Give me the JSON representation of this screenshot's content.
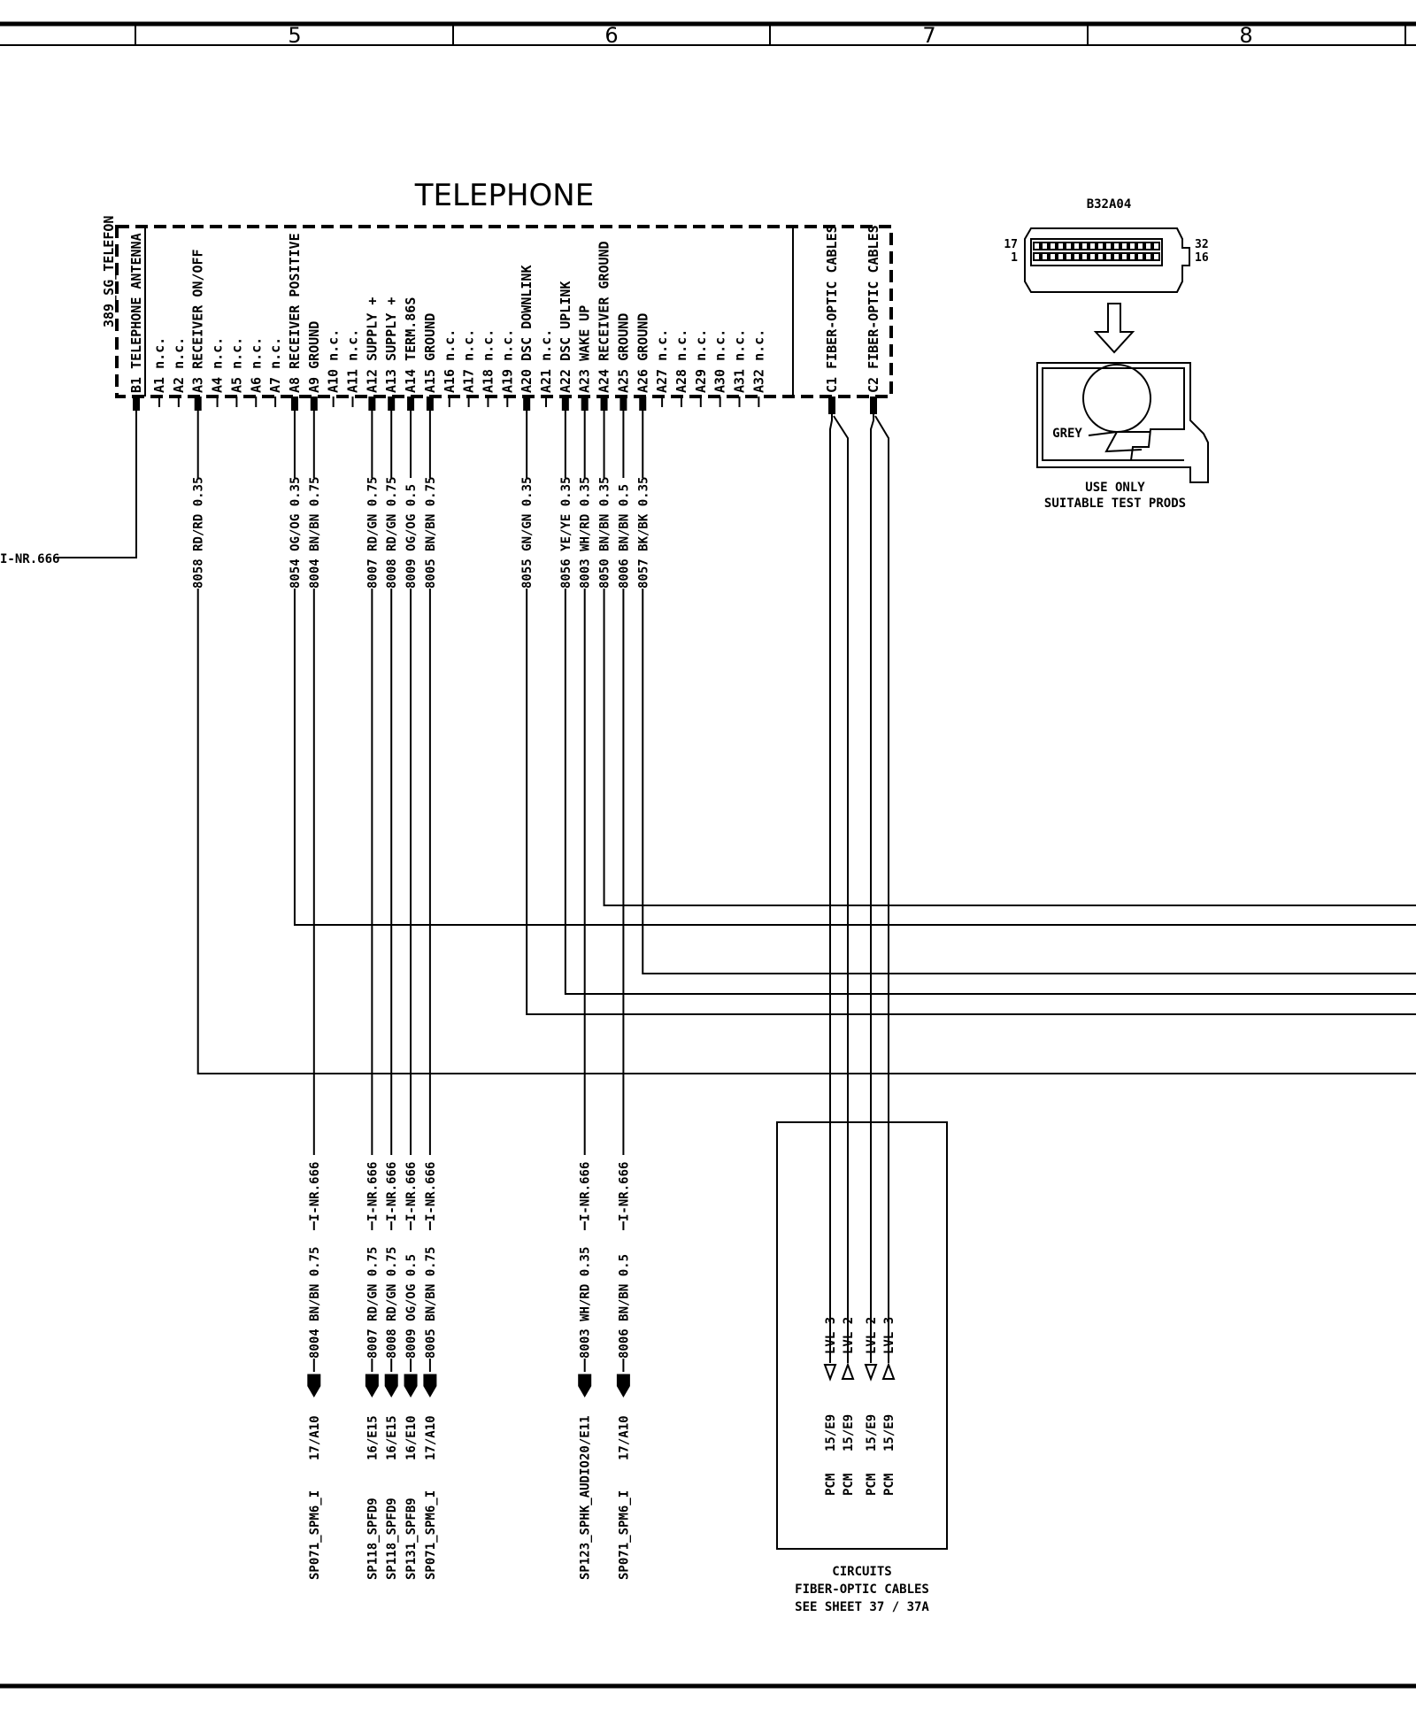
{
  "header": {
    "columns": [
      "5",
      "6",
      "7",
      "8"
    ]
  },
  "module": {
    "title": "TELEPHONE",
    "id": "389_SG_TELEFON",
    "pins": [
      {
        "pin": "B1",
        "name": "TELEPHONE ANTENNA"
      },
      {
        "pin": "A1",
        "name": "n.c."
      },
      {
        "pin": "A2",
        "name": "n.c."
      },
      {
        "pin": "A3",
        "name": "RECEIVER ON/OFF"
      },
      {
        "pin": "A4",
        "name": "n.c."
      },
      {
        "pin": "A5",
        "name": "n.c."
      },
      {
        "pin": "A6",
        "name": "n.c."
      },
      {
        "pin": "A7",
        "name": "n.c."
      },
      {
        "pin": "A8",
        "name": "RECEIVER POSITIVE"
      },
      {
        "pin": "A9",
        "name": "GROUND"
      },
      {
        "pin": "A10",
        "name": "n.c."
      },
      {
        "pin": "A11",
        "name": "n.c."
      },
      {
        "pin": "A12",
        "name": "SUPPLY +"
      },
      {
        "pin": "A13",
        "name": "SUPPLY +"
      },
      {
        "pin": "A14",
        "name": "TERM.86S"
      },
      {
        "pin": "A15",
        "name": "GROUND"
      },
      {
        "pin": "A16",
        "name": "n.c."
      },
      {
        "pin": "A17",
        "name": "n.c."
      },
      {
        "pin": "A18",
        "name": "n.c."
      },
      {
        "pin": "A19",
        "name": "n.c."
      },
      {
        "pin": "A20",
        "name": "DSC DOWNLINK"
      },
      {
        "pin": "A21",
        "name": "n.c."
      },
      {
        "pin": "A22",
        "name": "DSC UPLINK"
      },
      {
        "pin": "A23",
        "name": "WAKE UP"
      },
      {
        "pin": "A24",
        "name": "RECEIVER GROUND"
      },
      {
        "pin": "A25",
        "name": "GROUND"
      },
      {
        "pin": "A26",
        "name": "GROUND"
      },
      {
        "pin": "A27",
        "name": "n.c."
      },
      {
        "pin": "A28",
        "name": "n.c."
      },
      {
        "pin": "A29",
        "name": "n.c."
      },
      {
        "pin": "A30",
        "name": "n.c."
      },
      {
        "pin": "A31",
        "name": "n.c."
      },
      {
        "pin": "A32",
        "name": "n.c."
      }
    ],
    "fiber_pins": [
      {
        "pin": "C1",
        "name": "FIBER-OPTIC CABLES"
      },
      {
        "pin": "C2",
        "name": "FIBER-OPTIC CABLES"
      }
    ]
  },
  "wires_top": [
    {
      "pin": "A3",
      "label": "8058 RD/RD 0.35"
    },
    {
      "pin": "A8",
      "label": "8054 OG/OG 0.35"
    },
    {
      "pin": "A9",
      "label": "8004 BN/BN 0.75"
    },
    {
      "pin": "A12",
      "label": "8007 RD/GN 0.75"
    },
    {
      "pin": "A13",
      "label": "8008 RD/GN 0.75"
    },
    {
      "pin": "A14",
      "label": "8009 OG/OG 0.5"
    },
    {
      "pin": "A15",
      "label": "8005 BN/BN 0.75"
    },
    {
      "pin": "A20",
      "label": "8055 GN/GN 0.35"
    },
    {
      "pin": "A22",
      "label": "8056 YE/YE 0.35"
    },
    {
      "pin": "A23",
      "label": "8003 WH/RD 0.35"
    },
    {
      "pin": "A24",
      "label": "8050 BN/BN 0.35"
    },
    {
      "pin": "A25",
      "label": "8006 BN/BN 0.5"
    },
    {
      "pin": "A26",
      "label": "8057 BK/BK 0.35"
    }
  ],
  "antenna_ref": "I-NR.666",
  "wires_bottom": [
    {
      "pin": "A9",
      "label": "8004 BN/BN 0.75",
      "inr": "I-NR.666",
      "ref": "17/A10",
      "splice": "SP071_SPM6_I"
    },
    {
      "pin": "A12",
      "label": "8007 RD/GN 0.75",
      "inr": "I-NR.666",
      "ref": "16/E15",
      "splice": "SP118_SPFD9"
    },
    {
      "pin": "A13",
      "label": "8008 RD/GN 0.75",
      "inr": "I-NR.666",
      "ref": "16/E15",
      "splice": "SP118_SPFD9"
    },
    {
      "pin": "A14",
      "label": "8009 OG/OG 0.5",
      "inr": "I-NR.666",
      "ref": "16/E10",
      "splice": "SP131_SPFB9"
    },
    {
      "pin": "A15",
      "label": "8005 BN/BN 0.75",
      "inr": "I-NR.666",
      "ref": "17/A10",
      "splice": "SP071_SPM6_I"
    },
    {
      "pin": "A23",
      "label": "8003 WH/RD 0.35",
      "inr": "I-NR.666",
      "ref": "20/E11",
      "splice": "SP123_SPHK_AUDIO"
    },
    {
      "pin": "A25",
      "label": "8006 BN/BN 0.5",
      "inr": "I-NR.666",
      "ref": "17/A10",
      "splice": "SP071_SPM6_I"
    }
  ],
  "fiber_box": {
    "lines": [
      {
        "lvl": "LVL 3",
        "ref": "15/E9",
        "target": "PCM"
      },
      {
        "lvl": "LVL 2",
        "ref": "15/E9",
        "target": "PCM"
      },
      {
        "lvl": "LVL 2",
        "ref": "15/E9",
        "target": "PCM"
      },
      {
        "lvl": "LVL 3",
        "ref": "15/E9",
        "target": "PCM"
      }
    ],
    "caption": [
      "CIRCUITS",
      "FIBER-OPTIC CABLES",
      "SEE SHEET 37 / 37A"
    ]
  },
  "connector": {
    "id": "B32A04",
    "left_top": "17",
    "left_bottom": "1",
    "right_top": "32",
    "right_bottom": "16",
    "color": "GREY",
    "note": [
      "USE ONLY",
      "SUITABLE TEST PRODS"
    ]
  }
}
